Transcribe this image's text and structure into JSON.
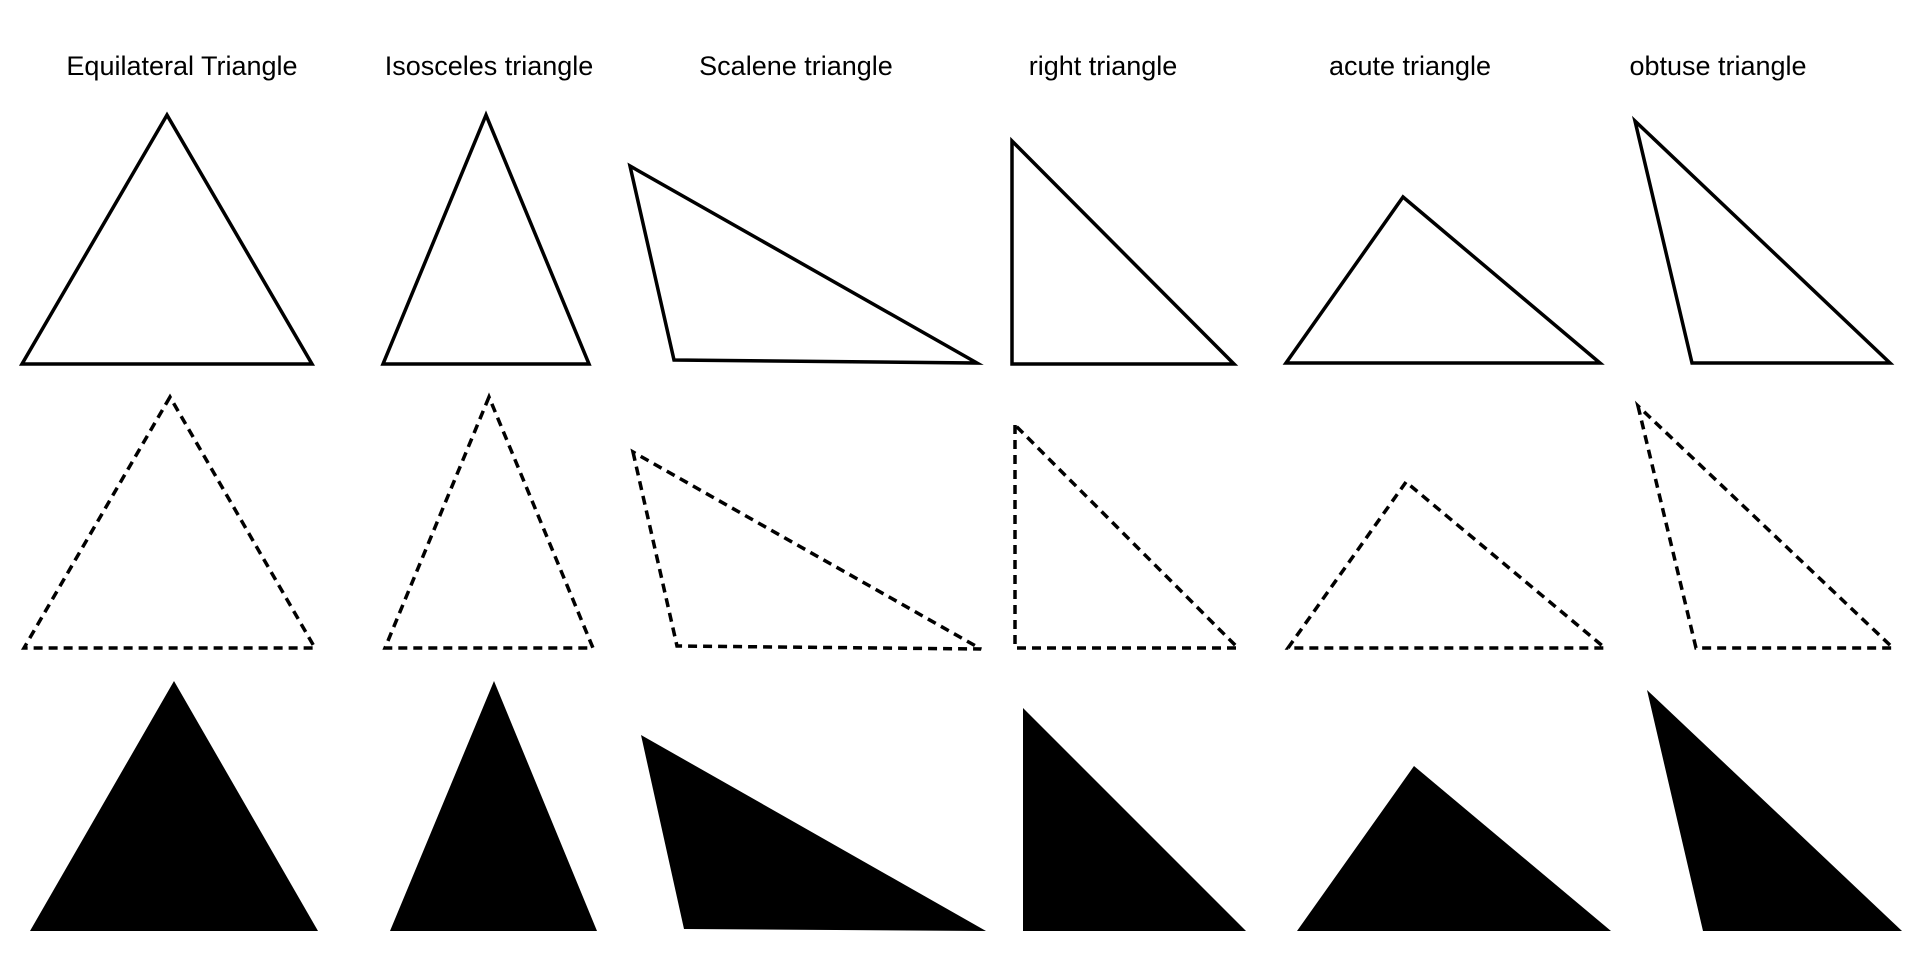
{
  "columns": [
    {
      "id": "equilateral",
      "title": "Equilateral Triangle"
    },
    {
      "id": "isosceles",
      "title": "Isosceles triangle"
    },
    {
      "id": "scalene",
      "title": "Scalene triangle"
    },
    {
      "id": "right",
      "title": "right triangle"
    },
    {
      "id": "acute",
      "title": "acute triangle"
    },
    {
      "id": "obtuse",
      "title": "obtuse triangle"
    }
  ],
  "rows": [
    {
      "id": "outline",
      "style": "solid outline"
    },
    {
      "id": "dashed",
      "style": "dashed outline"
    },
    {
      "id": "filled",
      "style": "solid fill"
    }
  ],
  "colors": {
    "stroke": "#000000",
    "fill": "#000000",
    "background": "#ffffff"
  }
}
